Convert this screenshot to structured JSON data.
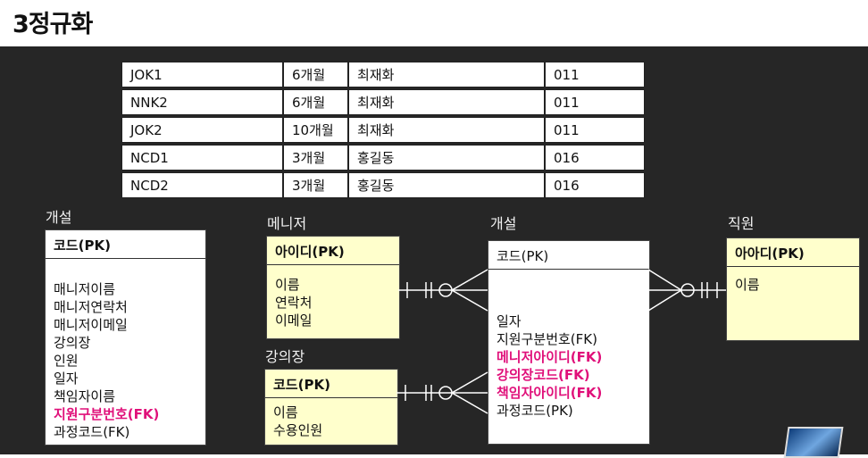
{
  "title": "3정규화",
  "table": {
    "rows": [
      [
        "JOK1",
        "6개월",
        "최재화",
        "011"
      ],
      [
        "NNK2",
        "6개월",
        "최재화",
        "011"
      ],
      [
        "JOK2",
        "10개월",
        "최재화",
        "011"
      ],
      [
        "NCD1",
        "3개월",
        "홍길동",
        "016"
      ],
      [
        "NCD2",
        "3개월",
        "홍길동",
        "016"
      ]
    ]
  },
  "entities": {
    "gaesul_left": {
      "caption": "개설",
      "pk": "코드(PK)",
      "attrs": [
        "매니저이름",
        "매니저연락처",
        "매니저이메일",
        "강의장",
        "인원",
        "일자",
        "책임자이름"
      ],
      "fk_red": "지원구분번호(FK)",
      "last": "과정코드(FK)"
    },
    "manager": {
      "caption": "메니저",
      "pk": "아이디(PK)",
      "attrs": [
        "이름",
        "연락처",
        "이메일"
      ]
    },
    "room": {
      "caption": "강의장",
      "pk": "코드(PK)",
      "attrs": [
        "이름",
        "수용인원"
      ]
    },
    "gaesul_mid": {
      "caption": "개설",
      "pk": "코드(PK)",
      "attrs_top": [
        "일자",
        "지원구분번호(FK)"
      ],
      "attrs_red": [
        "메니저아이디(FK)",
        "강의장코드(FK)",
        "책임자아이디(FK)"
      ],
      "last": "과정코드(PK)"
    },
    "staff": {
      "caption": "직원",
      "pk": "아아디(PK)",
      "attrs": [
        "이름"
      ]
    }
  },
  "colors": {
    "dark_bg": "#262626",
    "entity_yellow": "#ffffcc",
    "fk_red": "#e0107a"
  }
}
